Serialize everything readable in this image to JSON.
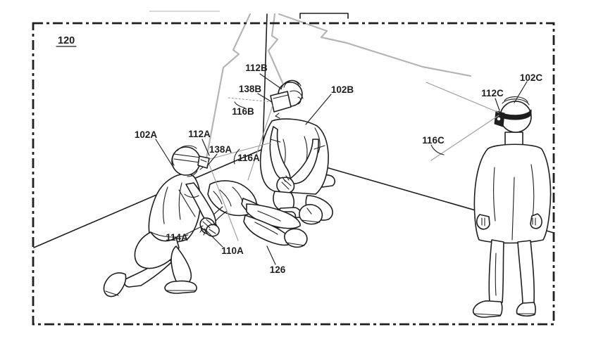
{
  "figure": {
    "kind": "patent-line-drawing",
    "environment_number": "120",
    "scene": "three users wearing head-mounted devices around a person lying on the floor"
  },
  "labels": {
    "n120": "120",
    "n102A": "102A",
    "n112A": "112A",
    "n138A": "138A",
    "n116A": "116A",
    "n114A": "114A",
    "n110A": "110A",
    "n126": "126",
    "n112B": "112B",
    "n138B": "138B",
    "n116B": "116B",
    "n102B": "102B",
    "n116C": "116C",
    "n112C": "112C",
    "n102C": "102C"
  },
  "colors": {
    "ink": "#1f1f1f",
    "signal": "#b5b5b5",
    "fov": "#9a9a9a",
    "paper": "#ffffff"
  }
}
